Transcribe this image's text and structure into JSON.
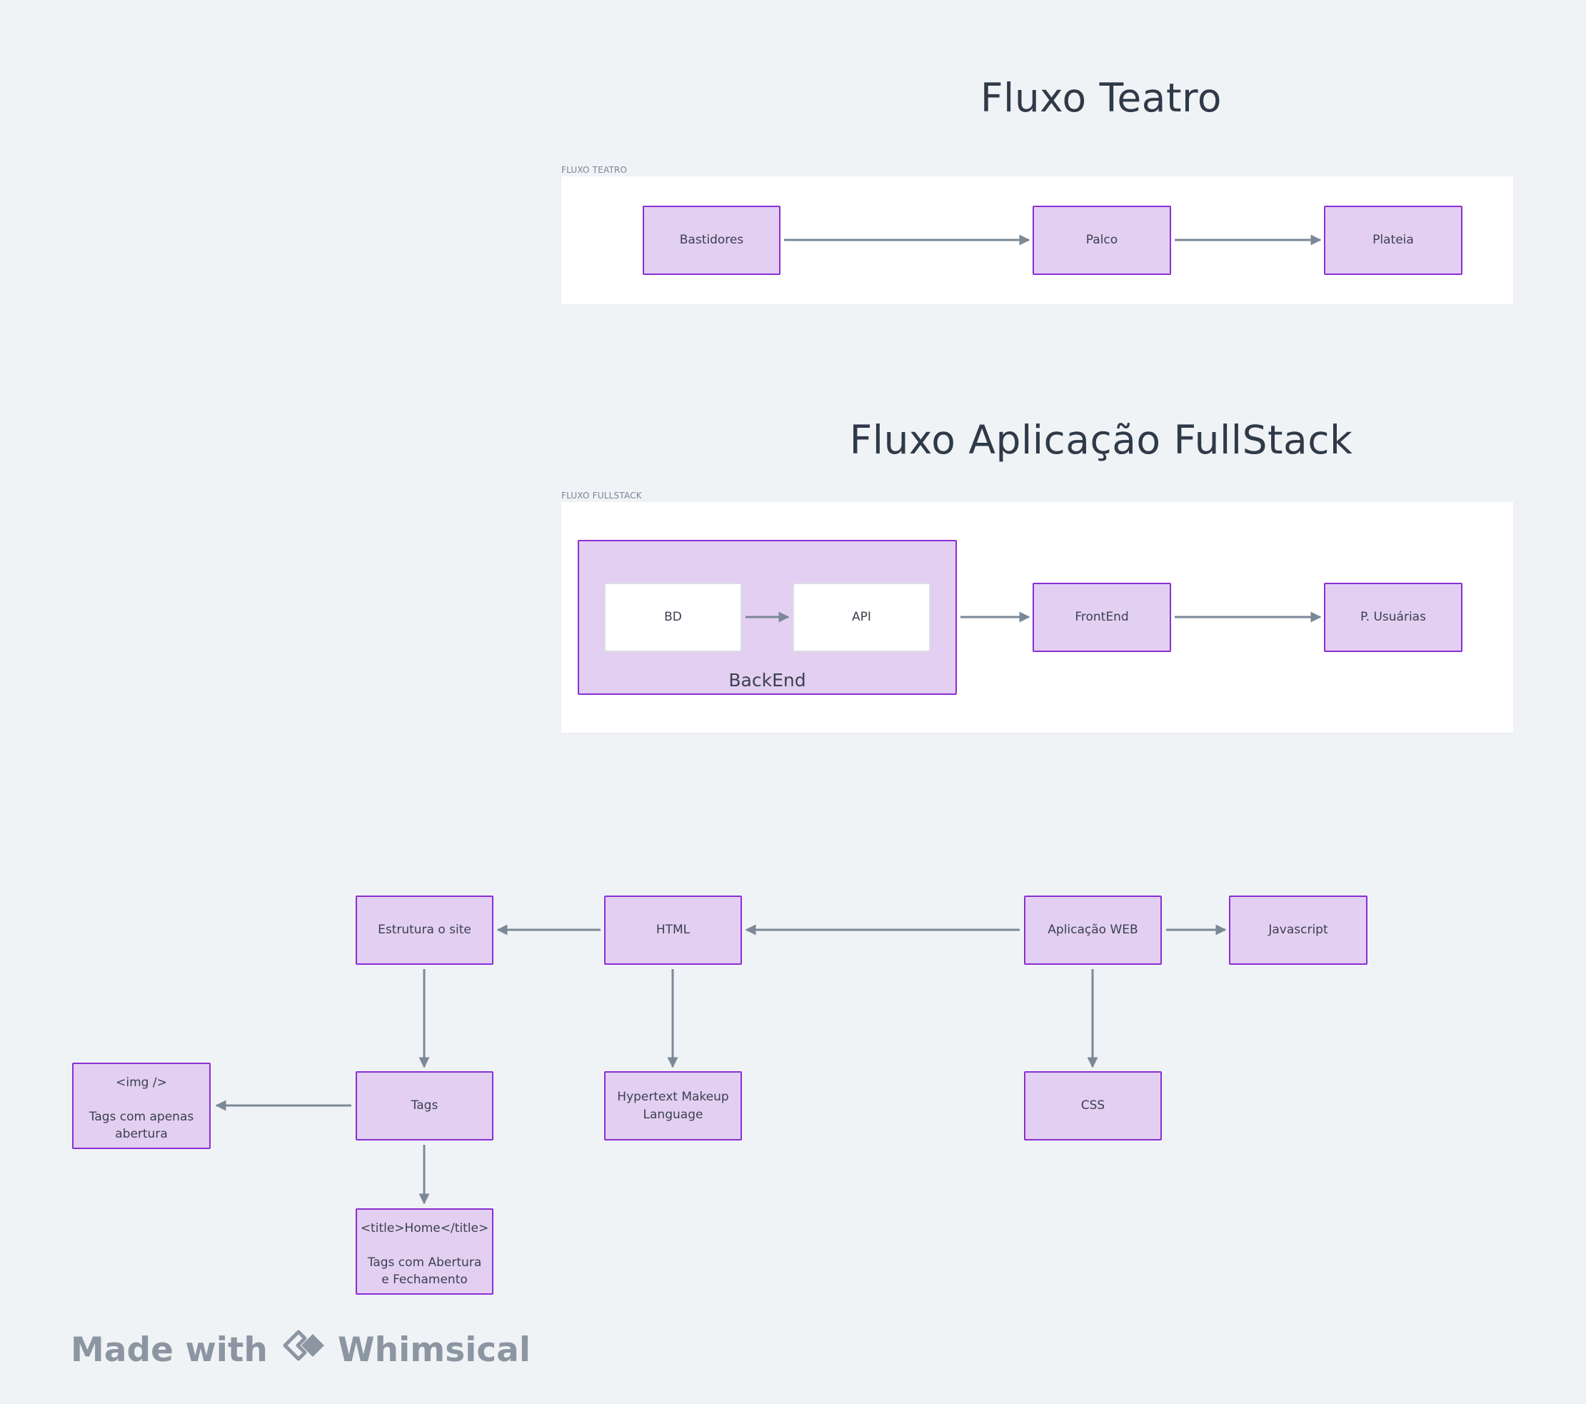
{
  "colors": {
    "background": "#f0f3f6",
    "node_fill": "#e3cff2",
    "node_border": "#8a2fd4",
    "arrow": "#7b8896"
  },
  "teatro": {
    "title": "Fluxo Teatro",
    "frame_label": "FLUXO TEATRO",
    "nodes": {
      "bastidores": "Bastidores",
      "palco": "Palco",
      "plateia": "Plateia"
    }
  },
  "fullstack": {
    "title": "Fluxo Aplicação FullStack",
    "frame_label": "FLUXO FULLSTACK",
    "backend_label": "BackEnd",
    "nodes": {
      "bd": "BD",
      "api": "API",
      "frontend": "FrontEnd",
      "usuarias": "P. Usuárias"
    }
  },
  "web": {
    "nodes": {
      "estrutura": "Estrutura o site",
      "html": "HTML",
      "aplicacao": "Aplicação WEB",
      "javascript": "Javascript",
      "tags": "Tags",
      "hypertext": "Hypertext Makeup Language",
      "css": "CSS",
      "img_code": "<img />",
      "img_desc": "Tags com apenas abertura",
      "title_code": "<title>Home</title>",
      "title_desc": "Tags com Abertura e Fechamento"
    }
  },
  "footer": {
    "made_with": "Made with",
    "brand": "Whimsical",
    "logo_icon": "whimsical-logo-icon"
  }
}
